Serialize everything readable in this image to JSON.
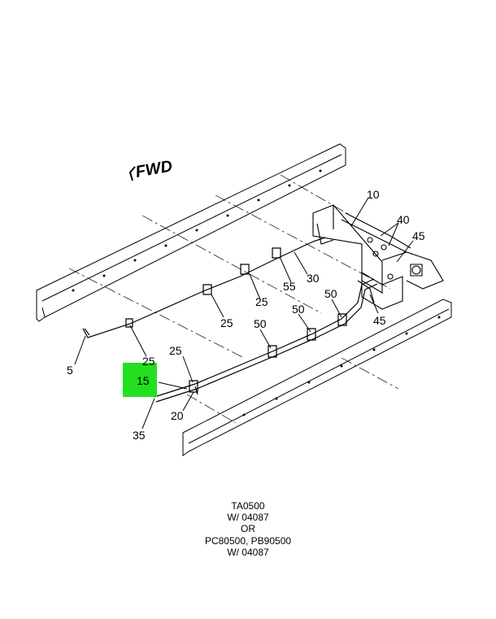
{
  "fwd_label": "FWD",
  "highlight_color": "#22e01f",
  "callouts": {
    "c10": "10",
    "c40": "40",
    "c45a": "45",
    "c30": "30",
    "c55": "55",
    "c25a": "25",
    "c25b": "25",
    "c25c": "25",
    "c25d": "25",
    "c50a": "50",
    "c50b": "50",
    "c50c": "50",
    "c45b": "45",
    "c5": "5",
    "c15": "15",
    "c20": "20",
    "c35": "35"
  },
  "caption": {
    "line1": "TA0500",
    "line2": "W/ 04087",
    "line3": "OR",
    "line4": "PC80500, PB90500",
    "line5": "W/ 04087"
  }
}
